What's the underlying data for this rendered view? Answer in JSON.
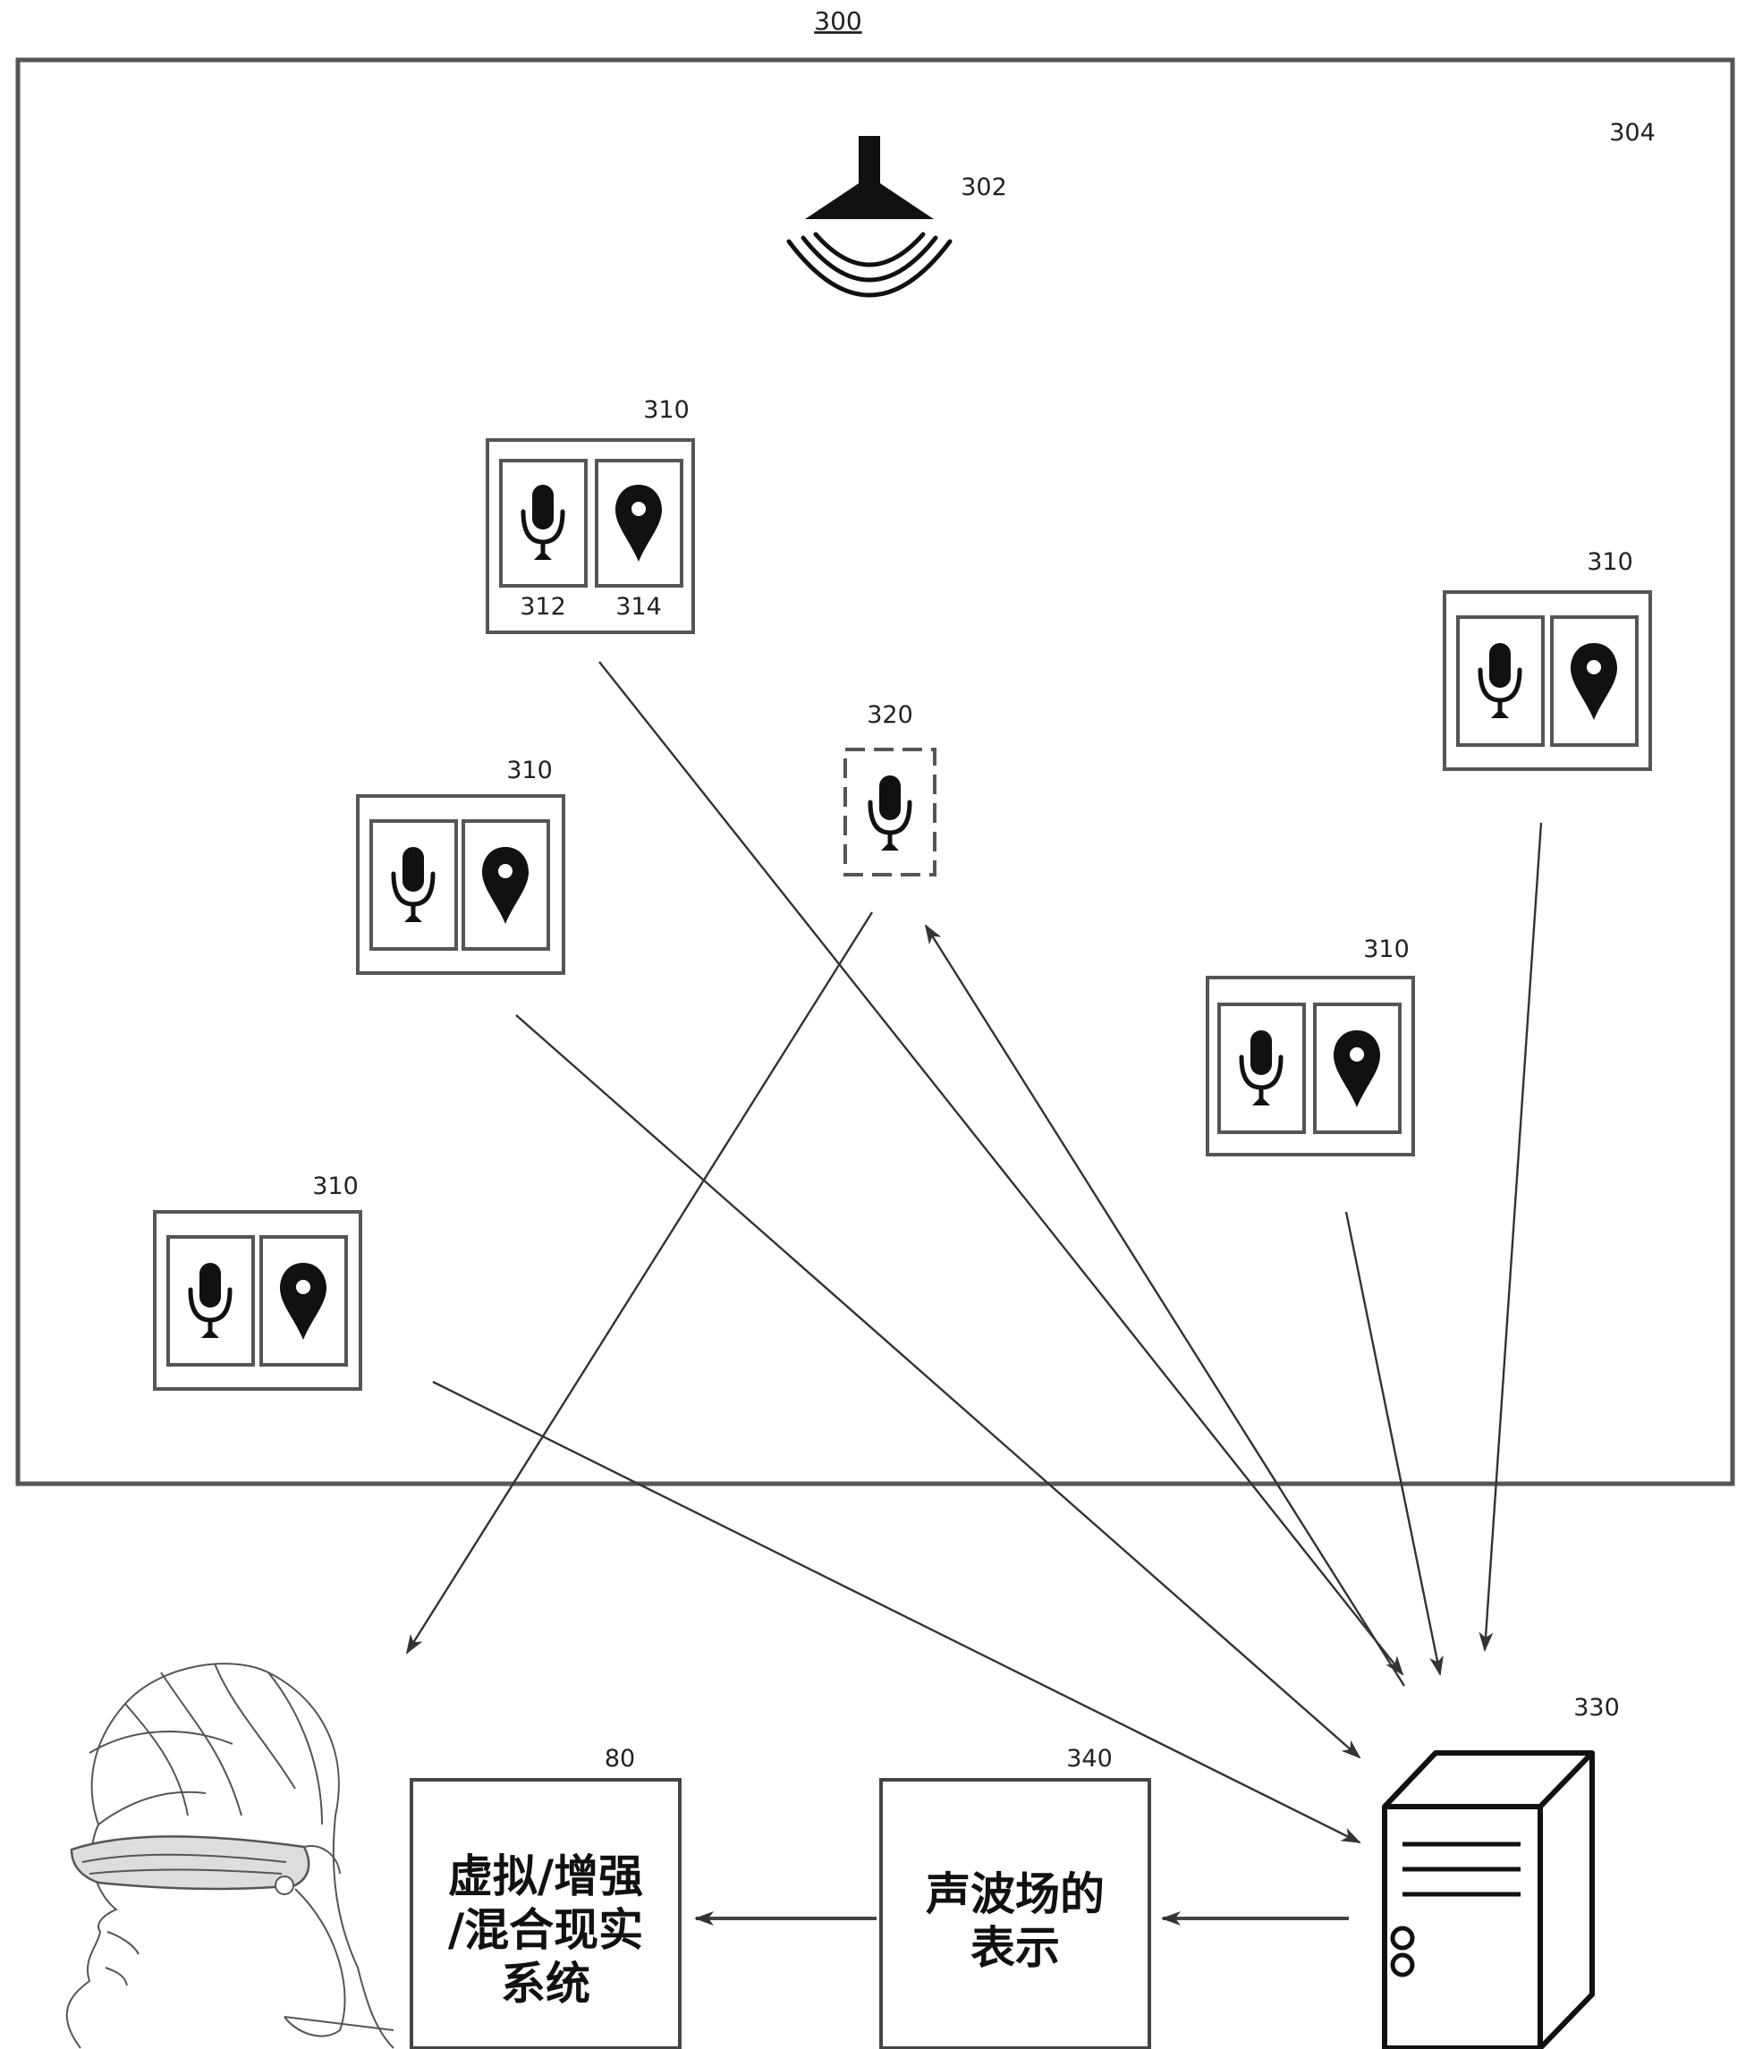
{
  "labels": {
    "figure": "300",
    "environment": "304",
    "sound_source": "302",
    "sensor_module": "310",
    "microphone": "312",
    "location_sensor": "314",
    "extra_microphone": "320",
    "processor": "330",
    "representation": "340",
    "vr_system": "80"
  },
  "boxes": {
    "representation_lines": [
      "声波场的",
      "表示"
    ],
    "vr_system_lines": [
      "虚拟/增强",
      "/混合现实",
      "系统"
    ]
  },
  "icons": {
    "sound_source": "speaker-icon",
    "microphone": "microphone-icon",
    "location": "location-pin-icon",
    "processor": "server-tower-icon",
    "user": "user-head-with-headset-sketch"
  }
}
